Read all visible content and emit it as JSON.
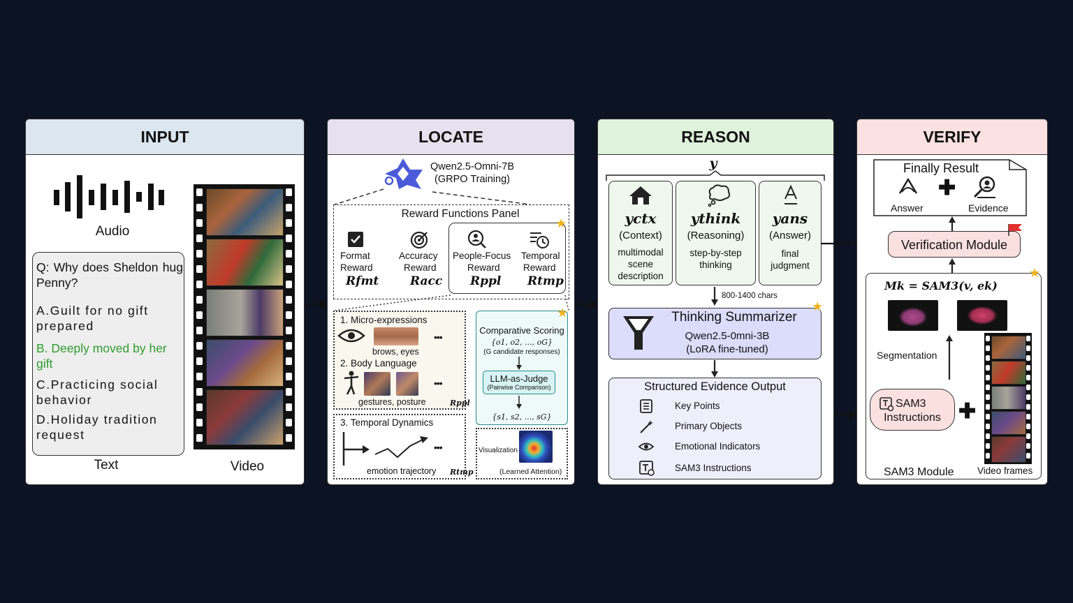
{
  "input": {
    "title": "INPUT",
    "audio_label": "Audio",
    "text_label": "Text",
    "video_label": "Video",
    "question": "Q: Why does Sheldon hug Penny?",
    "option_a": "A.Guilt for no gift prepared",
    "option_b": "B. Deeply moved by her gift",
    "option_c": "C.Practicing social behavior",
    "option_d": "D.Holiday tradition request"
  },
  "locate": {
    "title": "LOCATE",
    "model_name": "Qwen2.5-Omni-7B",
    "model_training": "(GRPO Training)",
    "reward_panel_title": "Reward Functions Panel",
    "format_reward": "Format",
    "format_reward2": "Reward",
    "format_sym": "Rfmt",
    "accuracy_reward": "Accuracy",
    "accuracy_reward2": "Reward",
    "accuracy_sym": "Racc",
    "people_reward": "People-Focus",
    "people_reward2": "Reward",
    "people_sym": "Rppl",
    "temporal_reward": "Temporal",
    "temporal_reward2": "Reward",
    "temporal_sym": "Rtmp",
    "micro": "1. Micro-expressions",
    "micro_caption": "brows, eyes",
    "body": "2. Body Language",
    "body_caption": "gestures, posture",
    "rppl": "Rppl",
    "temporal_dyn": "3. Temporal Dynamics",
    "trajectory": "emotion trajectory",
    "rtmp": "Rtmp",
    "comparative": "Comparative Scoring",
    "candidates": "{o1, o2, ..., oG}",
    "candidate_note": "(G candidate responses)",
    "judge": "LLM-as-Judge",
    "judge_note": "(Pairwise Comparison)",
    "scores": "{s1, s2, ..., sG}",
    "visualization": "Visualization",
    "learned": "(Learned Attention)",
    "ellipsis": "•••"
  },
  "reason": {
    "title": "REASON",
    "y": "y",
    "ctx_sym": "yctx",
    "ctx_name": "(Context)",
    "ctx_desc1": "multimodal",
    "ctx_desc2": "scene",
    "ctx_desc3": "description",
    "think_sym": "ythink",
    "think_name": "(Reasoning)",
    "think_desc1": "step-by-step",
    "think_desc2": "thinking",
    "ans_sym": "yans",
    "ans_name": "(Answer)",
    "ans_desc1": "final",
    "ans_desc2": "judgment",
    "chars": "800-1400 chars",
    "summ_title": "Thinking Summarizer",
    "summ_model": "Qwen2.5-0mni-3B",
    "summ_ft": "(LoRA fine-tuned)",
    "seo_title": "Structured Evidence Output",
    "key_points": "Key Points",
    "primary_objects": "Primary Objects",
    "emotional": "Emotional Indicators",
    "sam3_instr": "SAM3 Instructions"
  },
  "verify": {
    "title": "VERIFY",
    "final": "Finally Result",
    "answer": "Answer",
    "evidence": "Evidence",
    "module": "Verification Module",
    "formula": "Mk = SAM3(v, ek)",
    "segmentation": "Segmentation",
    "sam3_instructions1": "SAM3",
    "sam3_instructions2": "Instructions",
    "sam3_module": "SAM3 Module",
    "video_frames": "Video frames"
  },
  "colors": {
    "input_head": "#dbe6ef",
    "locate_head": "#e7e0ee",
    "reason_head": "#dff3dc",
    "verify_head": "#fbe1e1",
    "green_text": "#2e9b2e",
    "summarizer_fill": "#dcdcfb",
    "seo_fill": "#efeefb",
    "verif_fill": "#fbe0e0",
    "judge_fill": "#d8f3f3",
    "comp_border": "#2a8b8b",
    "star": "#f2b21c"
  }
}
